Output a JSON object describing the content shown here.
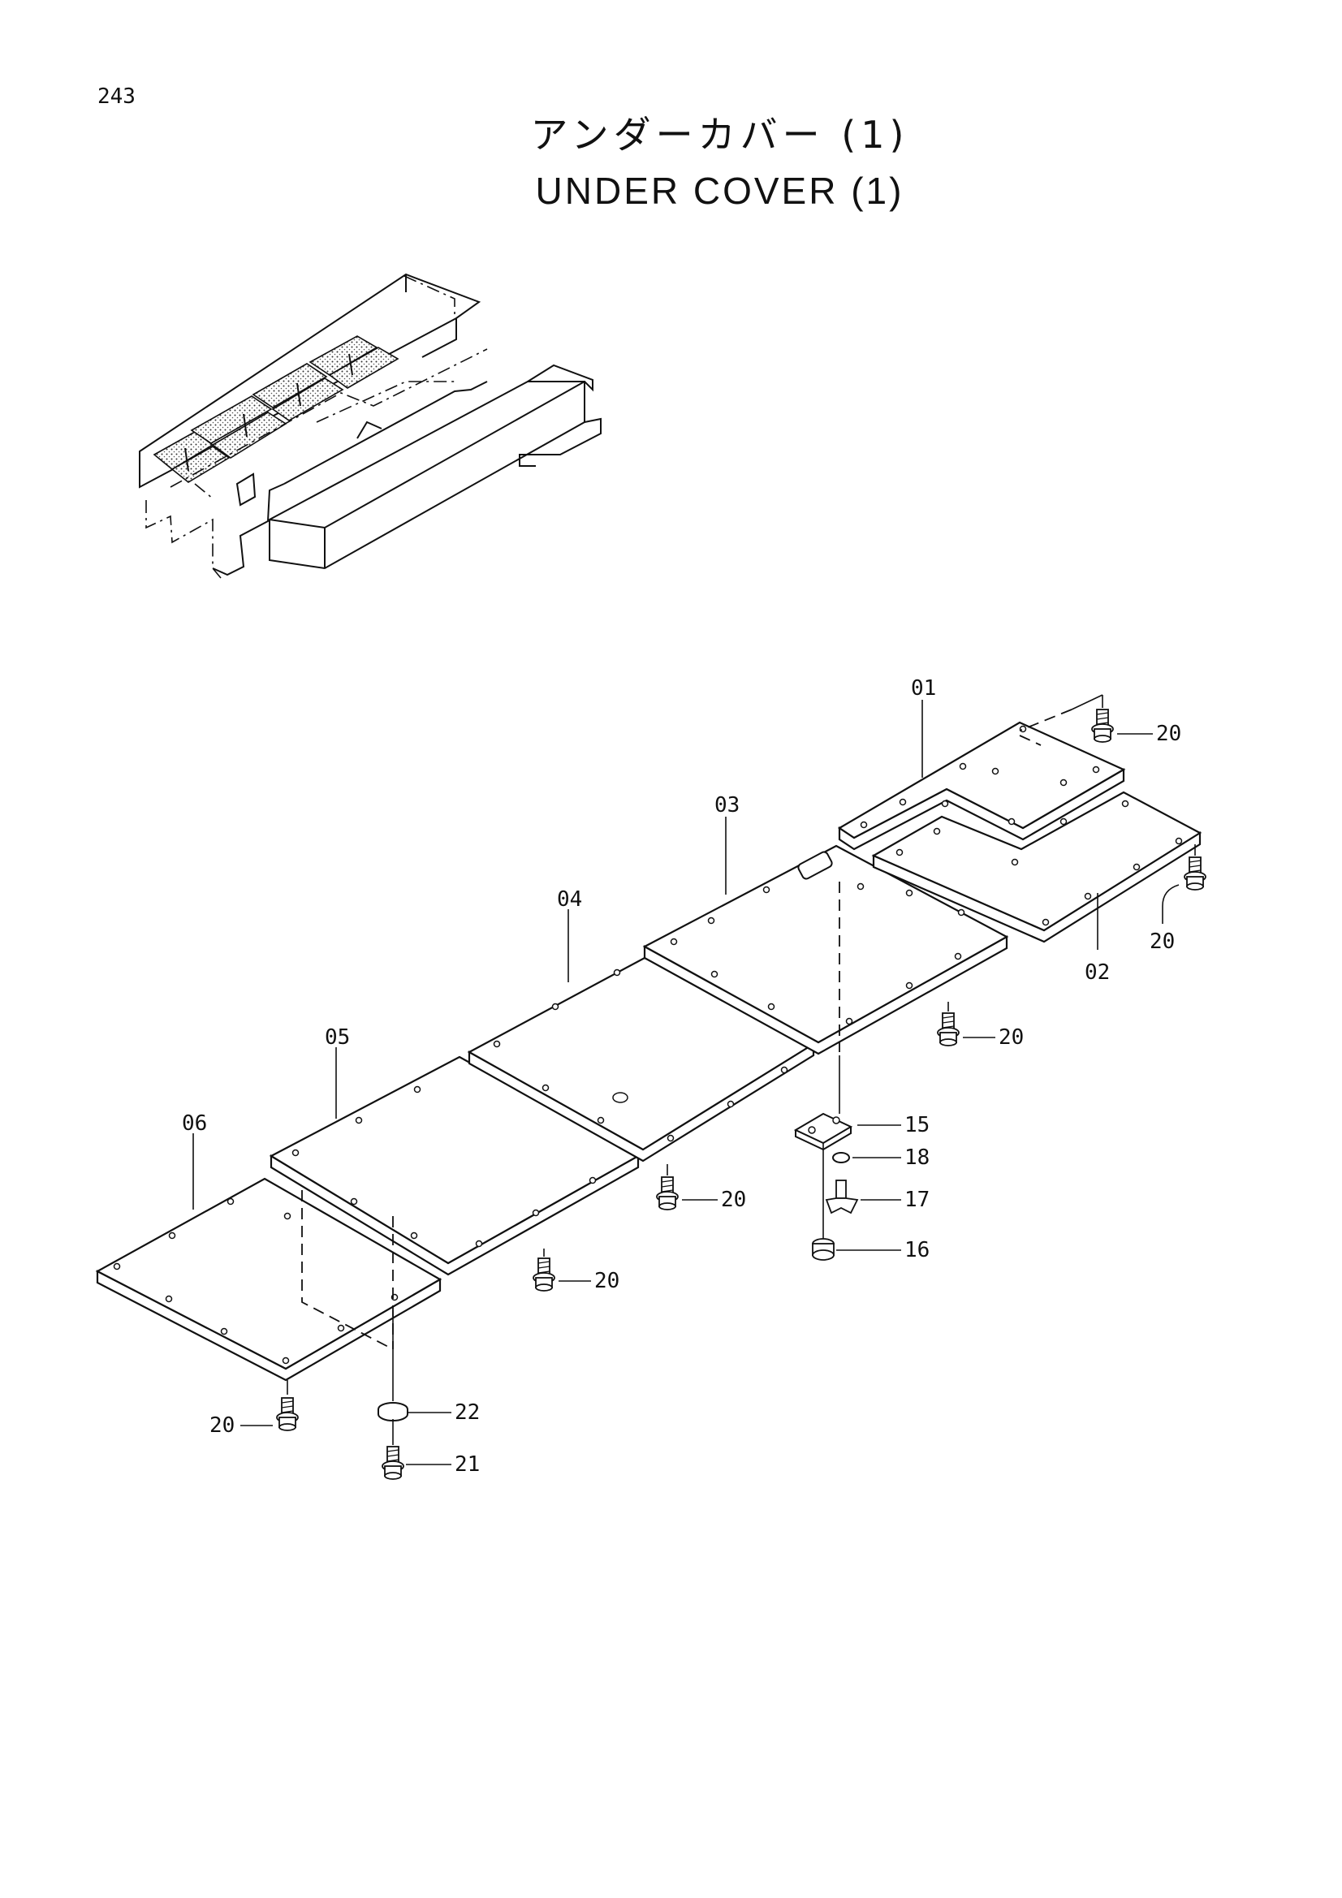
{
  "page_number": "243",
  "title_jp": "アンダーカバー (1)",
  "title_en": "UNDER COVER (1)",
  "callouts": {
    "p01": "01",
    "p02": "02",
    "p03": "03",
    "p04": "04",
    "p05": "05",
    "p06": "06",
    "p15": "15",
    "p16": "16",
    "p17": "17",
    "p18": "18",
    "p20": "20",
    "p21": "21",
    "p22": "22"
  }
}
